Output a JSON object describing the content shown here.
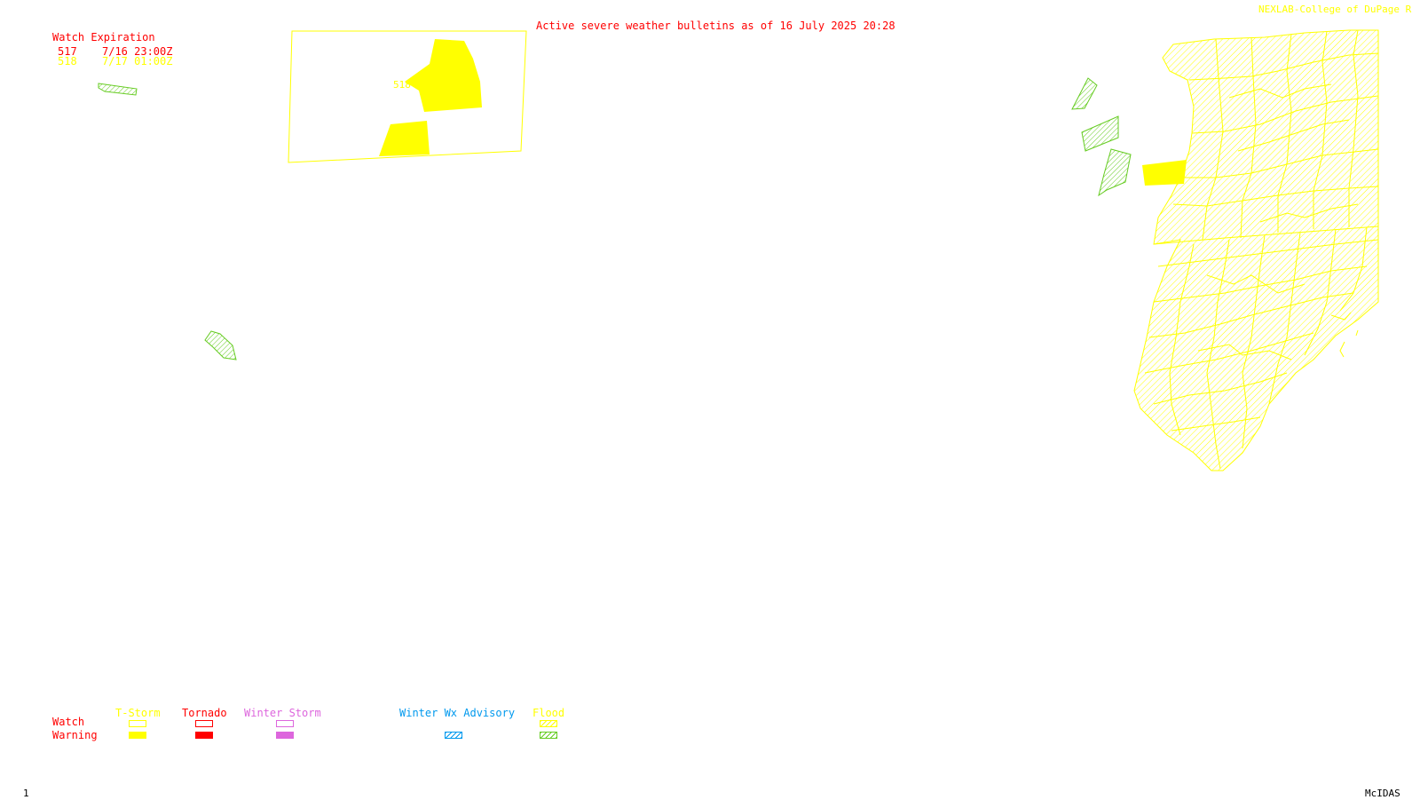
{
  "title": "Active severe weather bulletins as of 16 July 2025 20:28",
  "credit": "NEXLAB-College of DuPage",
  "credit_trailing_glyph": "R",
  "watch_expiration": {
    "heading": "Watch Expiration",
    "rows": [
      {
        "number": "517",
        "expires": "7/16 23:00Z",
        "color": "#ff0000"
      },
      {
        "number": "518",
        "expires": "7/17 01:00Z",
        "color": "#ffff00"
      }
    ]
  },
  "map_watch_label": "518",
  "legend": {
    "row_labels": {
      "watch": "Watch",
      "warning": "Warning"
    },
    "categories": [
      {
        "label": "T-Storm",
        "color": "#ffff00",
        "watch_style": "outline",
        "warning_style": "solid"
      },
      {
        "label": "Tornado",
        "color": "#ff0000",
        "watch_style": "outline",
        "warning_style": "solid"
      },
      {
        "label": "Winter Storm",
        "color": "#dd66dd",
        "watch_style": "outline",
        "warning_style": "solid"
      },
      {
        "label": "Winter Wx Advisory",
        "color": "#0099ee",
        "watch_style": "none",
        "warning_style": "hatched"
      },
      {
        "label": "Flood",
        "color": "#ffff00",
        "watch_style": "hatched",
        "warning_style": "hatched",
        "warning_color": "#66cc22"
      }
    ]
  },
  "frame_number": "1",
  "software": "McIDAS",
  "colors": {
    "title": "#ff0000",
    "credit": "#ffff00",
    "thunderstorm": "#ffff00",
    "flood_warning": "#66cc22",
    "footer": "#000000"
  }
}
